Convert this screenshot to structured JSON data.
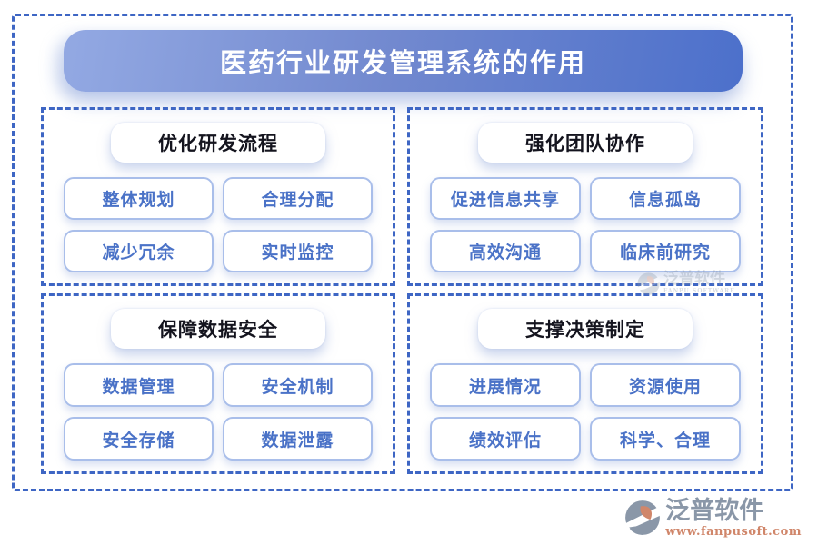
{
  "title": "医药行业研发管理系统的作用",
  "sections": [
    {
      "header": "优化研发流程",
      "items": [
        "整体规划",
        "合理分配",
        "减少冗余",
        "实时监控"
      ]
    },
    {
      "header": "强化团队协作",
      "items": [
        "促进信息共享",
        "信息孤岛",
        "高效沟通",
        "临床前研究"
      ]
    },
    {
      "header": "保障数据安全",
      "items": [
        "数据管理",
        "安全机制",
        "安全存储",
        "数据泄露"
      ]
    },
    {
      "header": "支撑决策制定",
      "items": [
        "进展情况",
        "资源使用",
        "绩效评估",
        "科学、合理"
      ]
    }
  ],
  "watermark": {
    "brand": "泛普软件",
    "brand_en": "FANPU SOFTWARE",
    "url": "www.fanpusoft.com"
  },
  "colors": {
    "dash_border": "#3E66C4",
    "title_gradient_start": "#93A9E3",
    "title_gradient_end": "#4C70CB",
    "button_border": "#A9BEEA",
    "button_text": "#4A72C7",
    "header_text": "#14141E",
    "watermark_gray": "#8A97A8",
    "watermark_orange": "#D0866A"
  }
}
